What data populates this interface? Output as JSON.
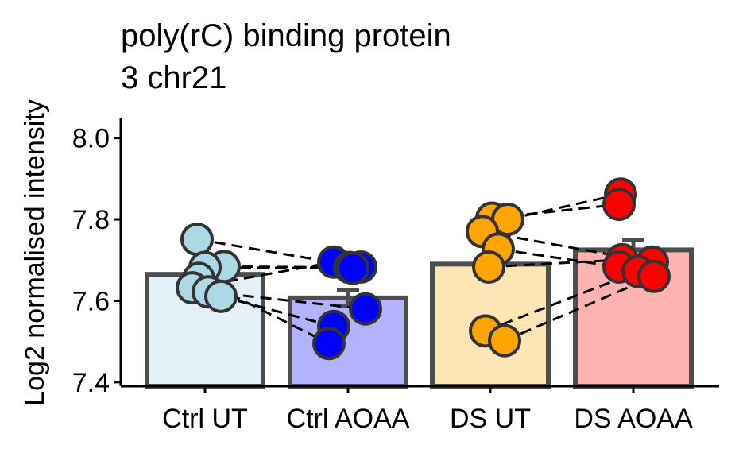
{
  "chart_data": {
    "type": "bar",
    "title_lines": [
      "poly(rC) binding protein",
      "3 chr21"
    ],
    "xlabel": "",
    "ylabel": "Log2 normalised intensity",
    "ylim": [
      7.39,
      8.05
    ],
    "yticks": [
      7.4,
      7.6,
      7.8,
      8.0
    ],
    "ytick_labels": [
      "7.4",
      "7.6",
      "7.8",
      "8.0"
    ],
    "categories": [
      "Ctrl UT",
      "Ctrl AOAA",
      "DS UT",
      "DS AOAA"
    ],
    "values": [
      7.665,
      7.607,
      7.69,
      7.725
    ],
    "errors": [
      0.005,
      0.02,
      0.007,
      0.025
    ],
    "bar_colors": [
      "#e5f1f8",
      "#b2b2fe",
      "#fde5b5",
      "#ffb2b2"
    ],
    "point_colors": [
      "#add8e6",
      "#0000ff",
      "#ffa500",
      "#ff0000"
    ],
    "points": [
      [
        7.751,
        7.684,
        7.682,
        7.655,
        7.632,
        7.622,
        7.611
      ],
      [
        7.695,
        7.683,
        7.682,
        7.68,
        7.58,
        7.537,
        7.495
      ],
      [
        7.803,
        7.8,
        7.77,
        7.727,
        7.683,
        7.526,
        7.502
      ],
      [
        7.862,
        7.837,
        7.701,
        7.695,
        7.683,
        7.672,
        7.66
      ]
    ],
    "pairs": [
      [
        [
          0,
          0
        ],
        [
          1,
          1
        ]
      ],
      [
        [
          0,
          1
        ],
        [
          1,
          2
        ]
      ],
      [
        [
          0,
          2
        ],
        [
          1,
          3
        ]
      ],
      [
        [
          0,
          3
        ],
        [
          1,
          6
        ]
      ],
      [
        [
          0,
          4
        ],
        [
          1,
          0
        ]
      ],
      [
        [
          0,
          5
        ],
        [
          1,
          4
        ]
      ],
      [
        [
          0,
          6
        ],
        [
          1,
          5
        ]
      ],
      [
        [
          2,
          0
        ],
        [
          3,
          1
        ]
      ],
      [
        [
          2,
          1
        ],
        [
          3,
          0
        ]
      ],
      [
        [
          2,
          2
        ],
        [
          3,
          3
        ]
      ],
      [
        [
          2,
          3
        ],
        [
          3,
          4
        ]
      ],
      [
        [
          2,
          4
        ],
        [
          3,
          2
        ]
      ],
      [
        [
          2,
          5
        ],
        [
          3,
          5
        ]
      ],
      [
        [
          2,
          6
        ],
        [
          3,
          6
        ]
      ]
    ],
    "grid": false,
    "legend": "none"
  }
}
